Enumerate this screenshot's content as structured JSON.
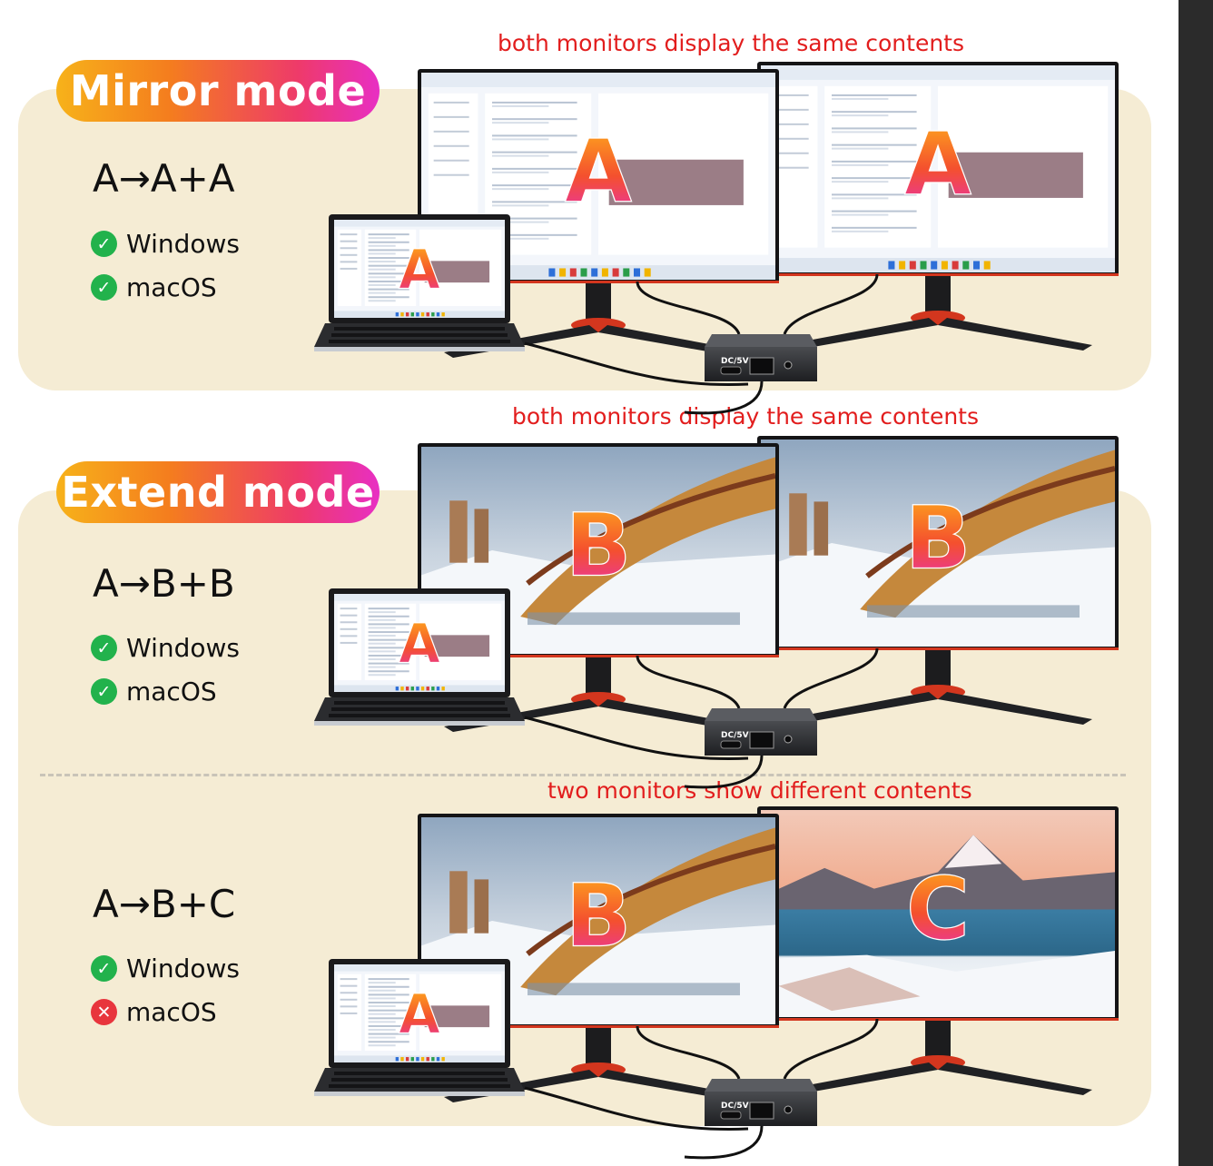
{
  "colors": {
    "panel": "#f5ecd4",
    "pill_gradient": [
      "#f7b21a",
      "#f47d1e",
      "#ee3a6a",
      "#e82fc4"
    ],
    "caption": "#e21d1d",
    "check_ok": "#22b24c",
    "check_no": "#e8353d",
    "stand_accent": "#d3361e"
  },
  "mirror": {
    "caption": "both monitors display the same contents",
    "title": "Mirror mode",
    "formula": "A→A+A",
    "os": [
      {
        "label": "Windows",
        "supported": true,
        "icon": "check-icon"
      },
      {
        "label": "macOS",
        "supported": true,
        "icon": "check-icon"
      }
    ],
    "screen_letters": {
      "laptop": "A",
      "monitor_left": "A",
      "monitor_right": "A"
    }
  },
  "extend": {
    "caption": "both monitors display the same contents",
    "title": "Extend mode",
    "formula": "A→B+B",
    "os": [
      {
        "label": "Windows",
        "supported": true,
        "icon": "check-icon"
      },
      {
        "label": "macOS",
        "supported": true,
        "icon": "check-icon"
      }
    ],
    "screen_letters": {
      "laptop": "A",
      "monitor_left": "B",
      "monitor_right": "B"
    }
  },
  "extend_diff": {
    "caption": "two monitors show different contents",
    "formula": "A→B+C",
    "os": [
      {
        "label": "Windows",
        "supported": true,
        "icon": "check-icon"
      },
      {
        "label": "macOS",
        "supported": false,
        "icon": "cross-icon"
      }
    ],
    "screen_letters": {
      "laptop": "A",
      "monitor_left": "B",
      "monitor_right": "C"
    }
  },
  "hub": {
    "port_label": "DC/5V"
  }
}
